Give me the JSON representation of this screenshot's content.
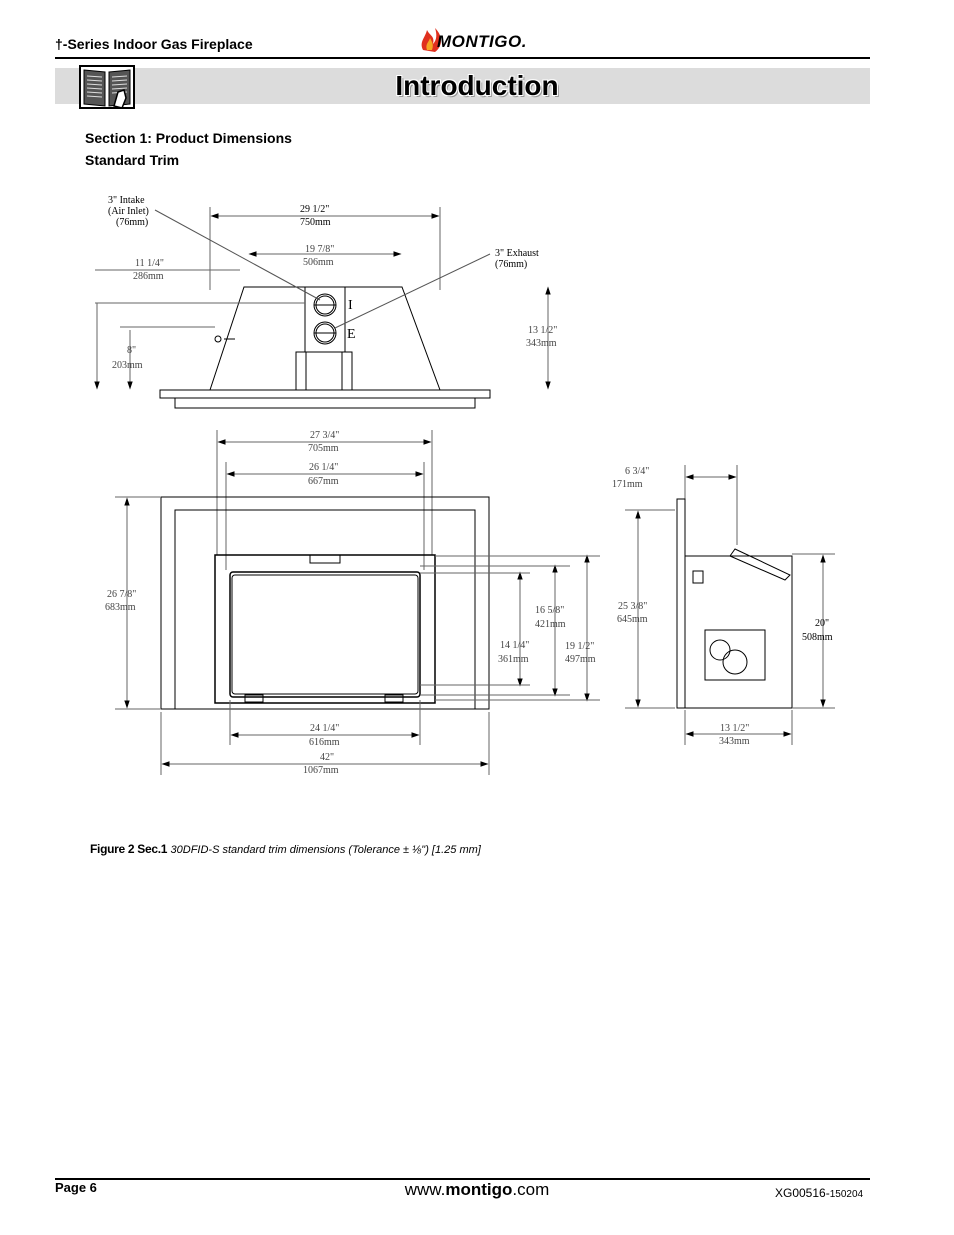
{
  "header": {
    "title": "†-Series Indoor Gas Fireplace",
    "logo_text": "MONTIGO."
  },
  "banner": {
    "title": "Introduction",
    "icon": "manual-book-icon"
  },
  "section": {
    "heading": "Section 1: Product Dimensions",
    "subheading": "Standard Trim"
  },
  "figure": {
    "top_view": {
      "intake_label": [
        "3\" Intake",
        "(Air Inlet)",
        "(76mm)"
      ],
      "exhaust_label": [
        "3\" Exhaust",
        "(76mm)"
      ],
      "w_29_1_2": "29 1/2\"",
      "w_750": "750mm",
      "w_19_7_8": "19 7/8\"",
      "w_506": "506mm",
      "d_11_1_4": "11 1/4\"",
      "d_286": "286mm",
      "d_8": "8\"",
      "d_203": "203mm",
      "d_13_1_2": "13 1/2\"",
      "d_343": "343mm",
      "mark_i": "I",
      "mark_e": "E"
    },
    "front_view": {
      "w_27_3_4": "27 3/4\"",
      "w_705": "705mm",
      "w_26_1_4": "26 1/4\"",
      "w_667": "667mm",
      "h_26_7_8": "26 7/8\"",
      "h_683": "683mm",
      "h_16_5_8": "16 5/8\"",
      "h_421": "421mm",
      "h_14_1_4": "14 1/4\"",
      "h_361": "361mm",
      "h_19_1_2": "19 1/2\"",
      "h_497": "497mm",
      "w_24_1_4": "24 1/4\"",
      "w_616": "616mm",
      "w_42": "42\"",
      "w_1067": "1067mm"
    },
    "side_view": {
      "w_6_3_4": "6 3/4\"",
      "w_171": "171mm",
      "h_25_3_8": "25 3/8\"",
      "h_645": "645mm",
      "h_20": "20\"",
      "h_508": "508mm",
      "w_13_1_2": "13 1/2\"",
      "w_343": "343mm"
    }
  },
  "caption": {
    "label": "Figure 2 Sec.1",
    "text": "30DFID-S standard trim dimensions (Tolerance ± ⅛\") [1.25 mm]"
  },
  "footer": {
    "page": "Page 6",
    "url_prefix": "www.",
    "url_brand": "montigo",
    "url_suffix": ".com",
    "doc_number": "XG00516-",
    "doc_date": "150204"
  }
}
